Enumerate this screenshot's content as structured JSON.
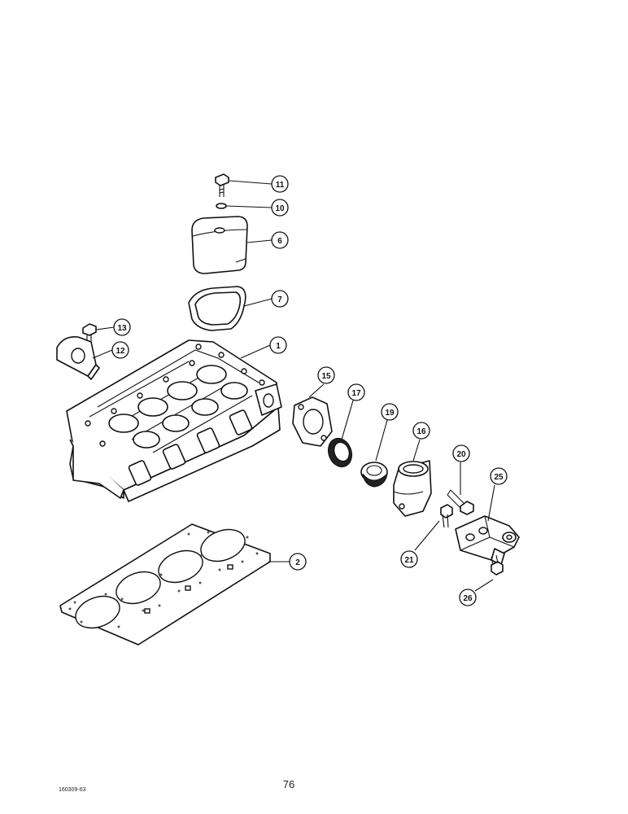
{
  "callouts": [
    {
      "label": "11",
      "part": "bolt"
    },
    {
      "label": "10",
      "part": "washer"
    },
    {
      "label": "6",
      "part": "cover"
    },
    {
      "label": "7",
      "part": "gasket"
    },
    {
      "label": "13",
      "part": "bolt"
    },
    {
      "label": "12",
      "part": "lifting-bracket"
    },
    {
      "label": "1",
      "part": "cylinder-head"
    },
    {
      "label": "15",
      "part": "gasket"
    },
    {
      "label": "17",
      "part": "seal"
    },
    {
      "label": "19",
      "part": "thermostat"
    },
    {
      "label": "16",
      "part": "thermostat-housing"
    },
    {
      "label": "20",
      "part": "bolt"
    },
    {
      "label": "25",
      "part": "bracket"
    },
    {
      "label": "2",
      "part": "head-gasket"
    },
    {
      "label": "21",
      "part": "bolt"
    },
    {
      "label": "26",
      "part": "bolt"
    }
  ],
  "footer": {
    "code": "160309-63",
    "page_number": "76"
  }
}
